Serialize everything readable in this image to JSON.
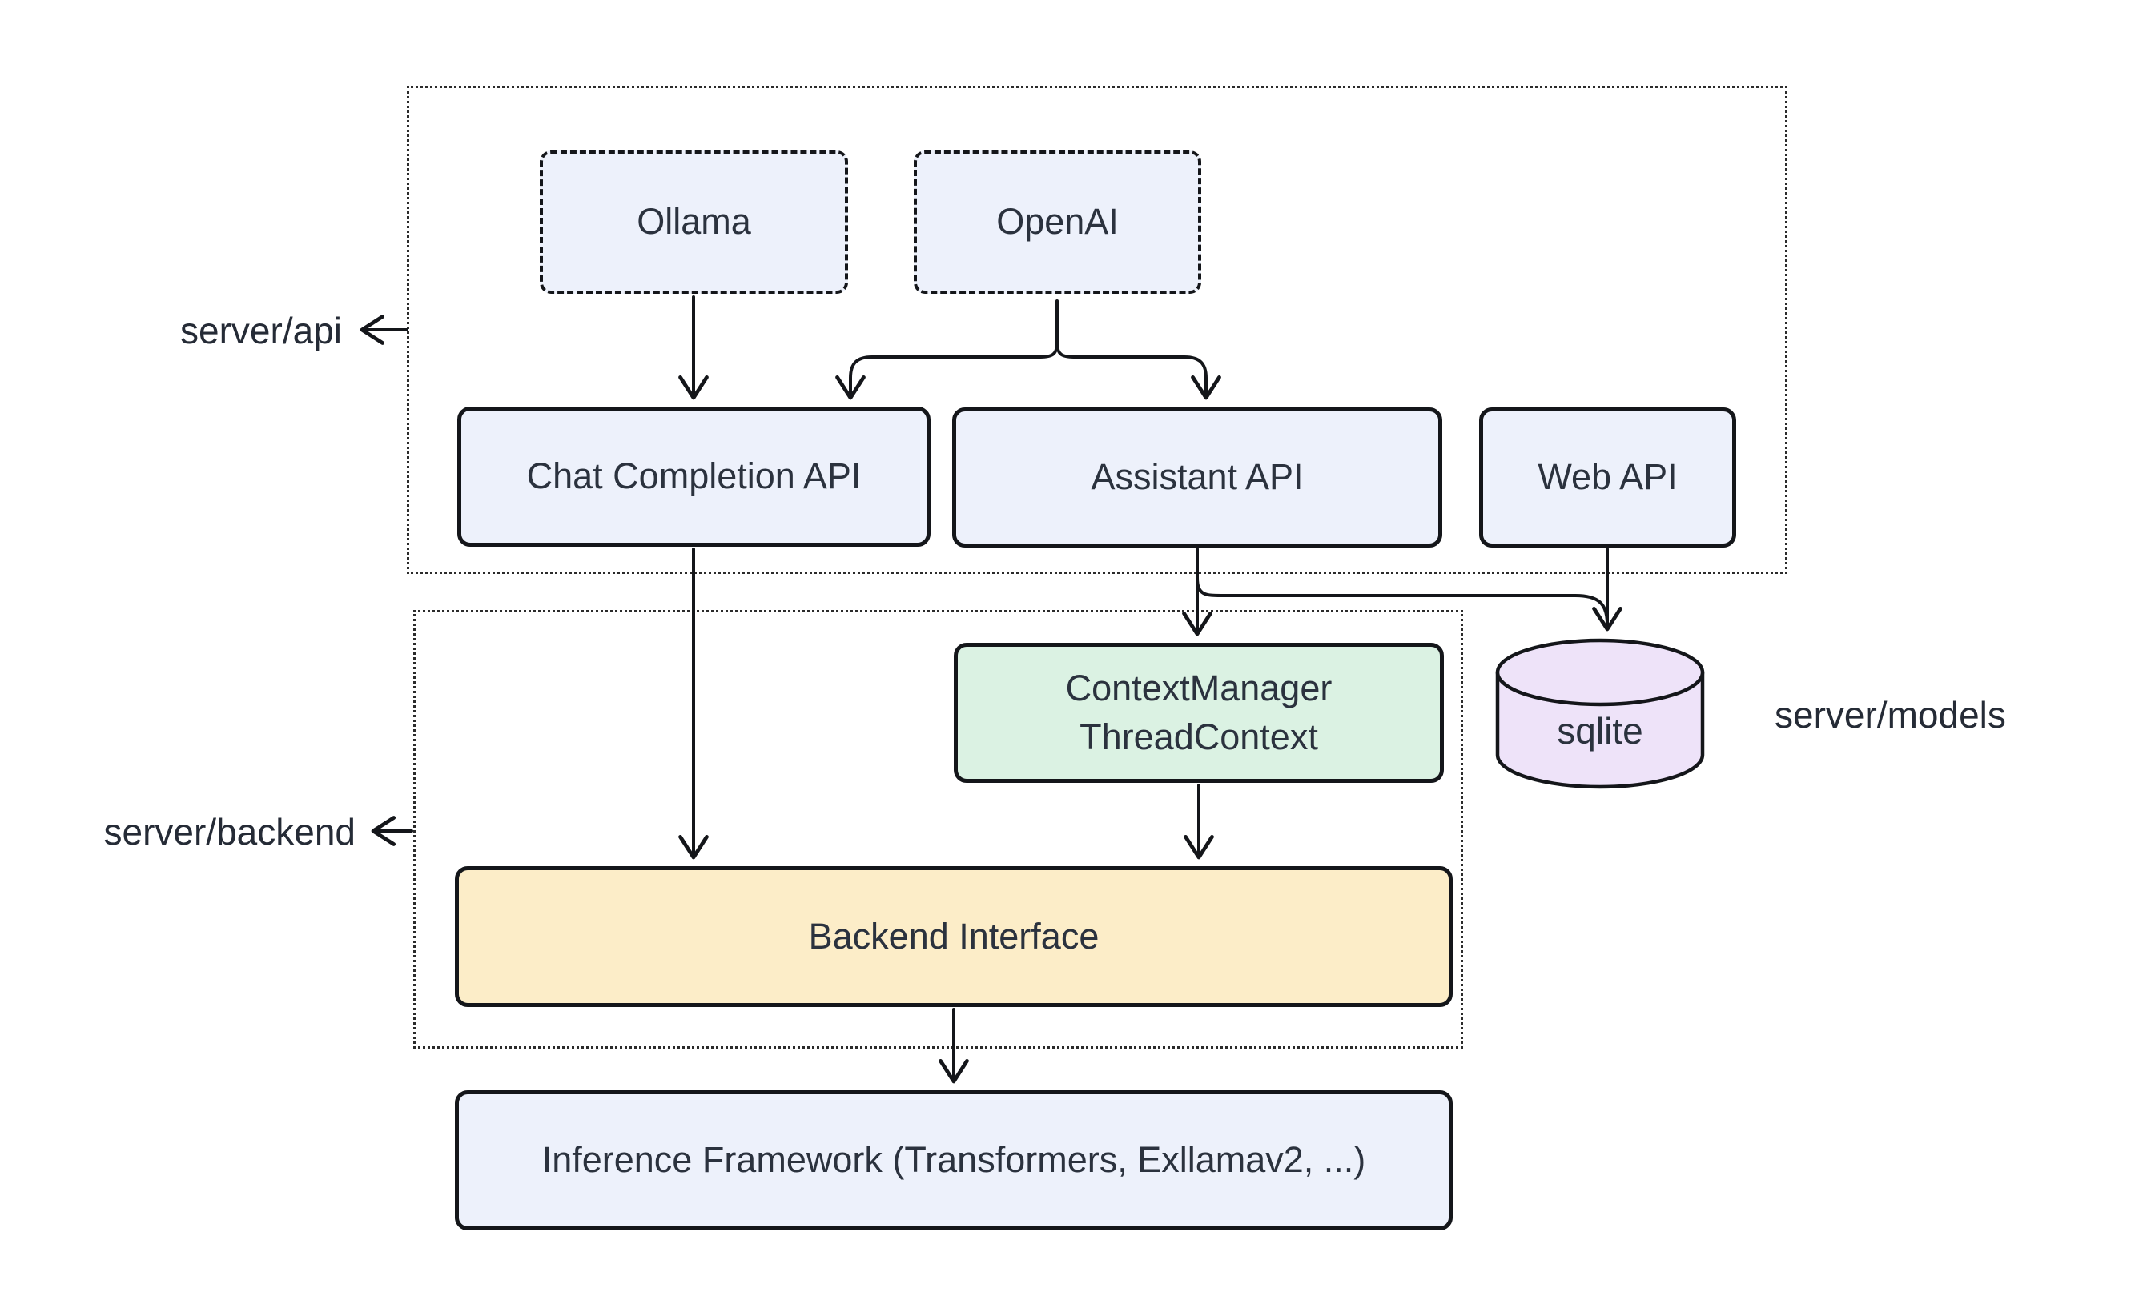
{
  "diagram": {
    "region_labels": {
      "api": "server/api",
      "backend": "server/backend",
      "models": "server/models"
    },
    "nodes": {
      "ollama": "Ollama",
      "openai": "OpenAI",
      "chat_completion_api": "Chat Completion API",
      "assistant_api": "Assistant API",
      "web_api": "Web API",
      "context_manager": "ContextManager",
      "thread_context": "ThreadContext",
      "sqlite": "sqlite",
      "backend_interface": "Backend Interface",
      "inference_framework": "Inference Framework (Transformers, Exllamav2, ...)"
    },
    "edges": [
      {
        "from": "Ollama",
        "to": "Chat Completion API"
      },
      {
        "from": "OpenAI",
        "to": "Chat Completion API"
      },
      {
        "from": "OpenAI",
        "to": "Assistant API"
      },
      {
        "from": "Chat Completion API",
        "to": "Backend Interface"
      },
      {
        "from": "Assistant API",
        "to": "ContextManager ThreadContext"
      },
      {
        "from": "Assistant API",
        "to": "sqlite"
      },
      {
        "from": "Web API",
        "to": "sqlite"
      },
      {
        "from": "ContextManager ThreadContext",
        "to": "Backend Interface"
      },
      {
        "from": "Backend Interface",
        "to": "Inference Framework (Transformers, Exllamav2, ...)"
      }
    ],
    "colors": {
      "node_blue": "#edf1fb",
      "node_green": "#dbf2e3",
      "node_yellow": "#fcedc8",
      "node_purple": "#eee3f9",
      "line": "#14161a",
      "text": "#2b323e"
    }
  }
}
